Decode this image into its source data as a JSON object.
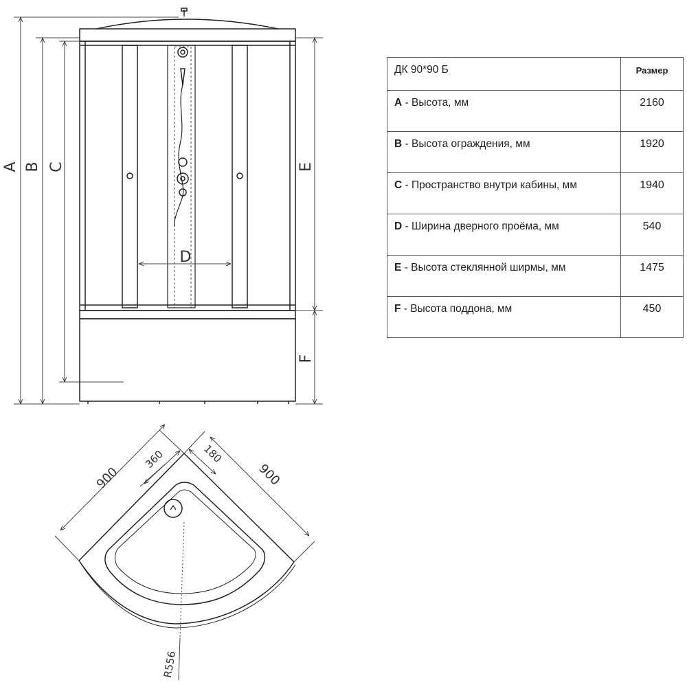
{
  "spec_table": {
    "title": "ДК 90*90 Б",
    "size_header": "Размер",
    "rows": [
      {
        "letter": "A",
        "label": " - Высота, мм",
        "value": "2160"
      },
      {
        "letter": "B",
        "label": " - Высота ограждения, мм",
        "value": "1920"
      },
      {
        "letter": "C",
        "label": " - Пространство внутри кабины, мм",
        "value": "1940"
      },
      {
        "letter": "D",
        "label": " - Ширина дверного проёма, мм",
        "value": "540"
      },
      {
        "letter": "E",
        "label": " - Высота стеклянной ширмы, мм",
        "value": "1475"
      },
      {
        "letter": "F",
        "label": " - Высота поддона, мм",
        "value": "450"
      }
    ]
  },
  "front_view": {
    "dim_labels": {
      "a": "A",
      "b": "B",
      "c": "C",
      "d": "D",
      "e": "E",
      "f": "F"
    }
  },
  "top_view": {
    "dim_labels": {
      "left_width": "900",
      "right_width": "900",
      "offset_360": "360",
      "offset_180": "180",
      "radius": "R556"
    }
  },
  "colors": {
    "line": "#222222",
    "panel": "#444444",
    "text": "#222222"
  }
}
